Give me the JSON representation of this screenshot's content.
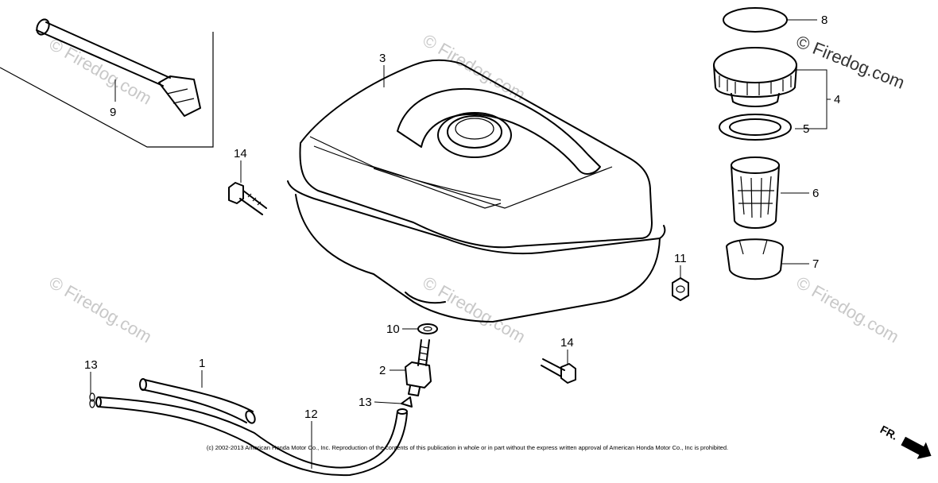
{
  "watermark": {
    "main": "© Firedog.com",
    "repeat": "© Firedog.com"
  },
  "copyright": "(c) 2002-2013 American Honda Motor Co., Inc. Reproduction of the contents of this publication in whole or in part without the express written approval of American Honda Motor Co., Inc is prohibited.",
  "front_marker": "FR.",
  "parts": {
    "p1": "1",
    "p2": "2",
    "p3": "3",
    "p4": "4",
    "p5": "5",
    "p6": "6",
    "p7": "7",
    "p8": "8",
    "p9": "9",
    "p10": "10",
    "p11": "11",
    "p12": "12",
    "p13a": "13",
    "p13b": "13",
    "p14a": "14",
    "p14b": "14"
  },
  "colors": {
    "line": "#000000",
    "watermark": "#c8c8c8",
    "background": "#ffffff"
  }
}
